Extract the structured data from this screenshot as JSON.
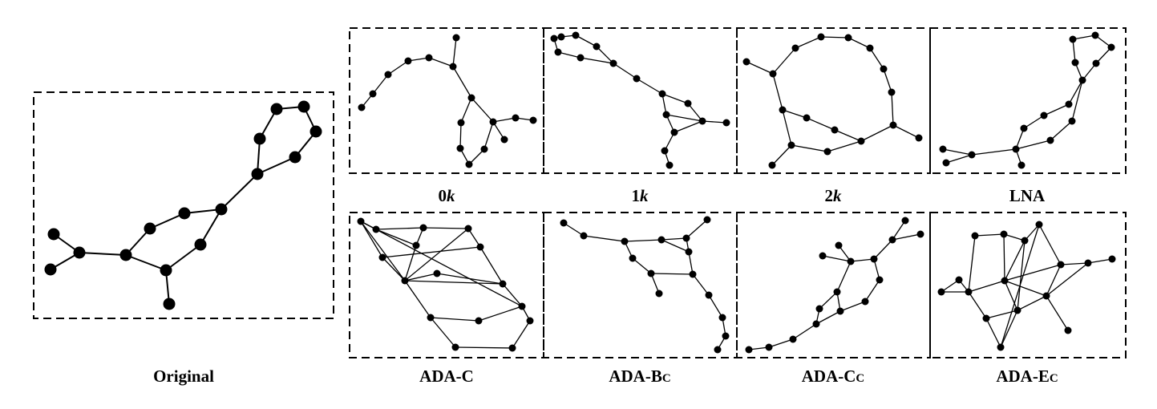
{
  "figure": {
    "panels": [
      {
        "id": "original",
        "caption": {
          "parts": [
            {
              "t": "Original"
            }
          ]
        }
      },
      {
        "id": "0k",
        "caption": {
          "parts": [
            {
              "t": "0"
            },
            {
              "t": "k",
              "style": "italic"
            }
          ]
        }
      },
      {
        "id": "1k",
        "caption": {
          "parts": [
            {
              "t": "1"
            },
            {
              "t": "k",
              "style": "italic"
            }
          ]
        }
      },
      {
        "id": "2k",
        "caption": {
          "parts": [
            {
              "t": "2"
            },
            {
              "t": "k",
              "style": "italic"
            }
          ]
        }
      },
      {
        "id": "lna",
        "caption": {
          "parts": [
            {
              "t": "LNA"
            }
          ]
        }
      },
      {
        "id": "ada-c",
        "caption": {
          "parts": [
            {
              "t": "ADA-C"
            }
          ]
        }
      },
      {
        "id": "ada-bc",
        "caption": {
          "parts": [
            {
              "t": "ADA-B"
            },
            {
              "t": "c",
              "style": "smallcaps"
            }
          ]
        }
      },
      {
        "id": "ada-cc",
        "caption": {
          "parts": [
            {
              "t": "ADA-C"
            },
            {
              "t": "c",
              "style": "smallcaps"
            }
          ]
        }
      },
      {
        "id": "ada-ec",
        "caption": {
          "parts": [
            {
              "t": "ADA-E"
            },
            {
              "t": "c",
              "style": "smallcaps"
            }
          ]
        }
      }
    ],
    "colors": {
      "node": "#000000",
      "edge": "#000000",
      "frame": "#000000",
      "background": "#ffffff"
    }
  }
}
